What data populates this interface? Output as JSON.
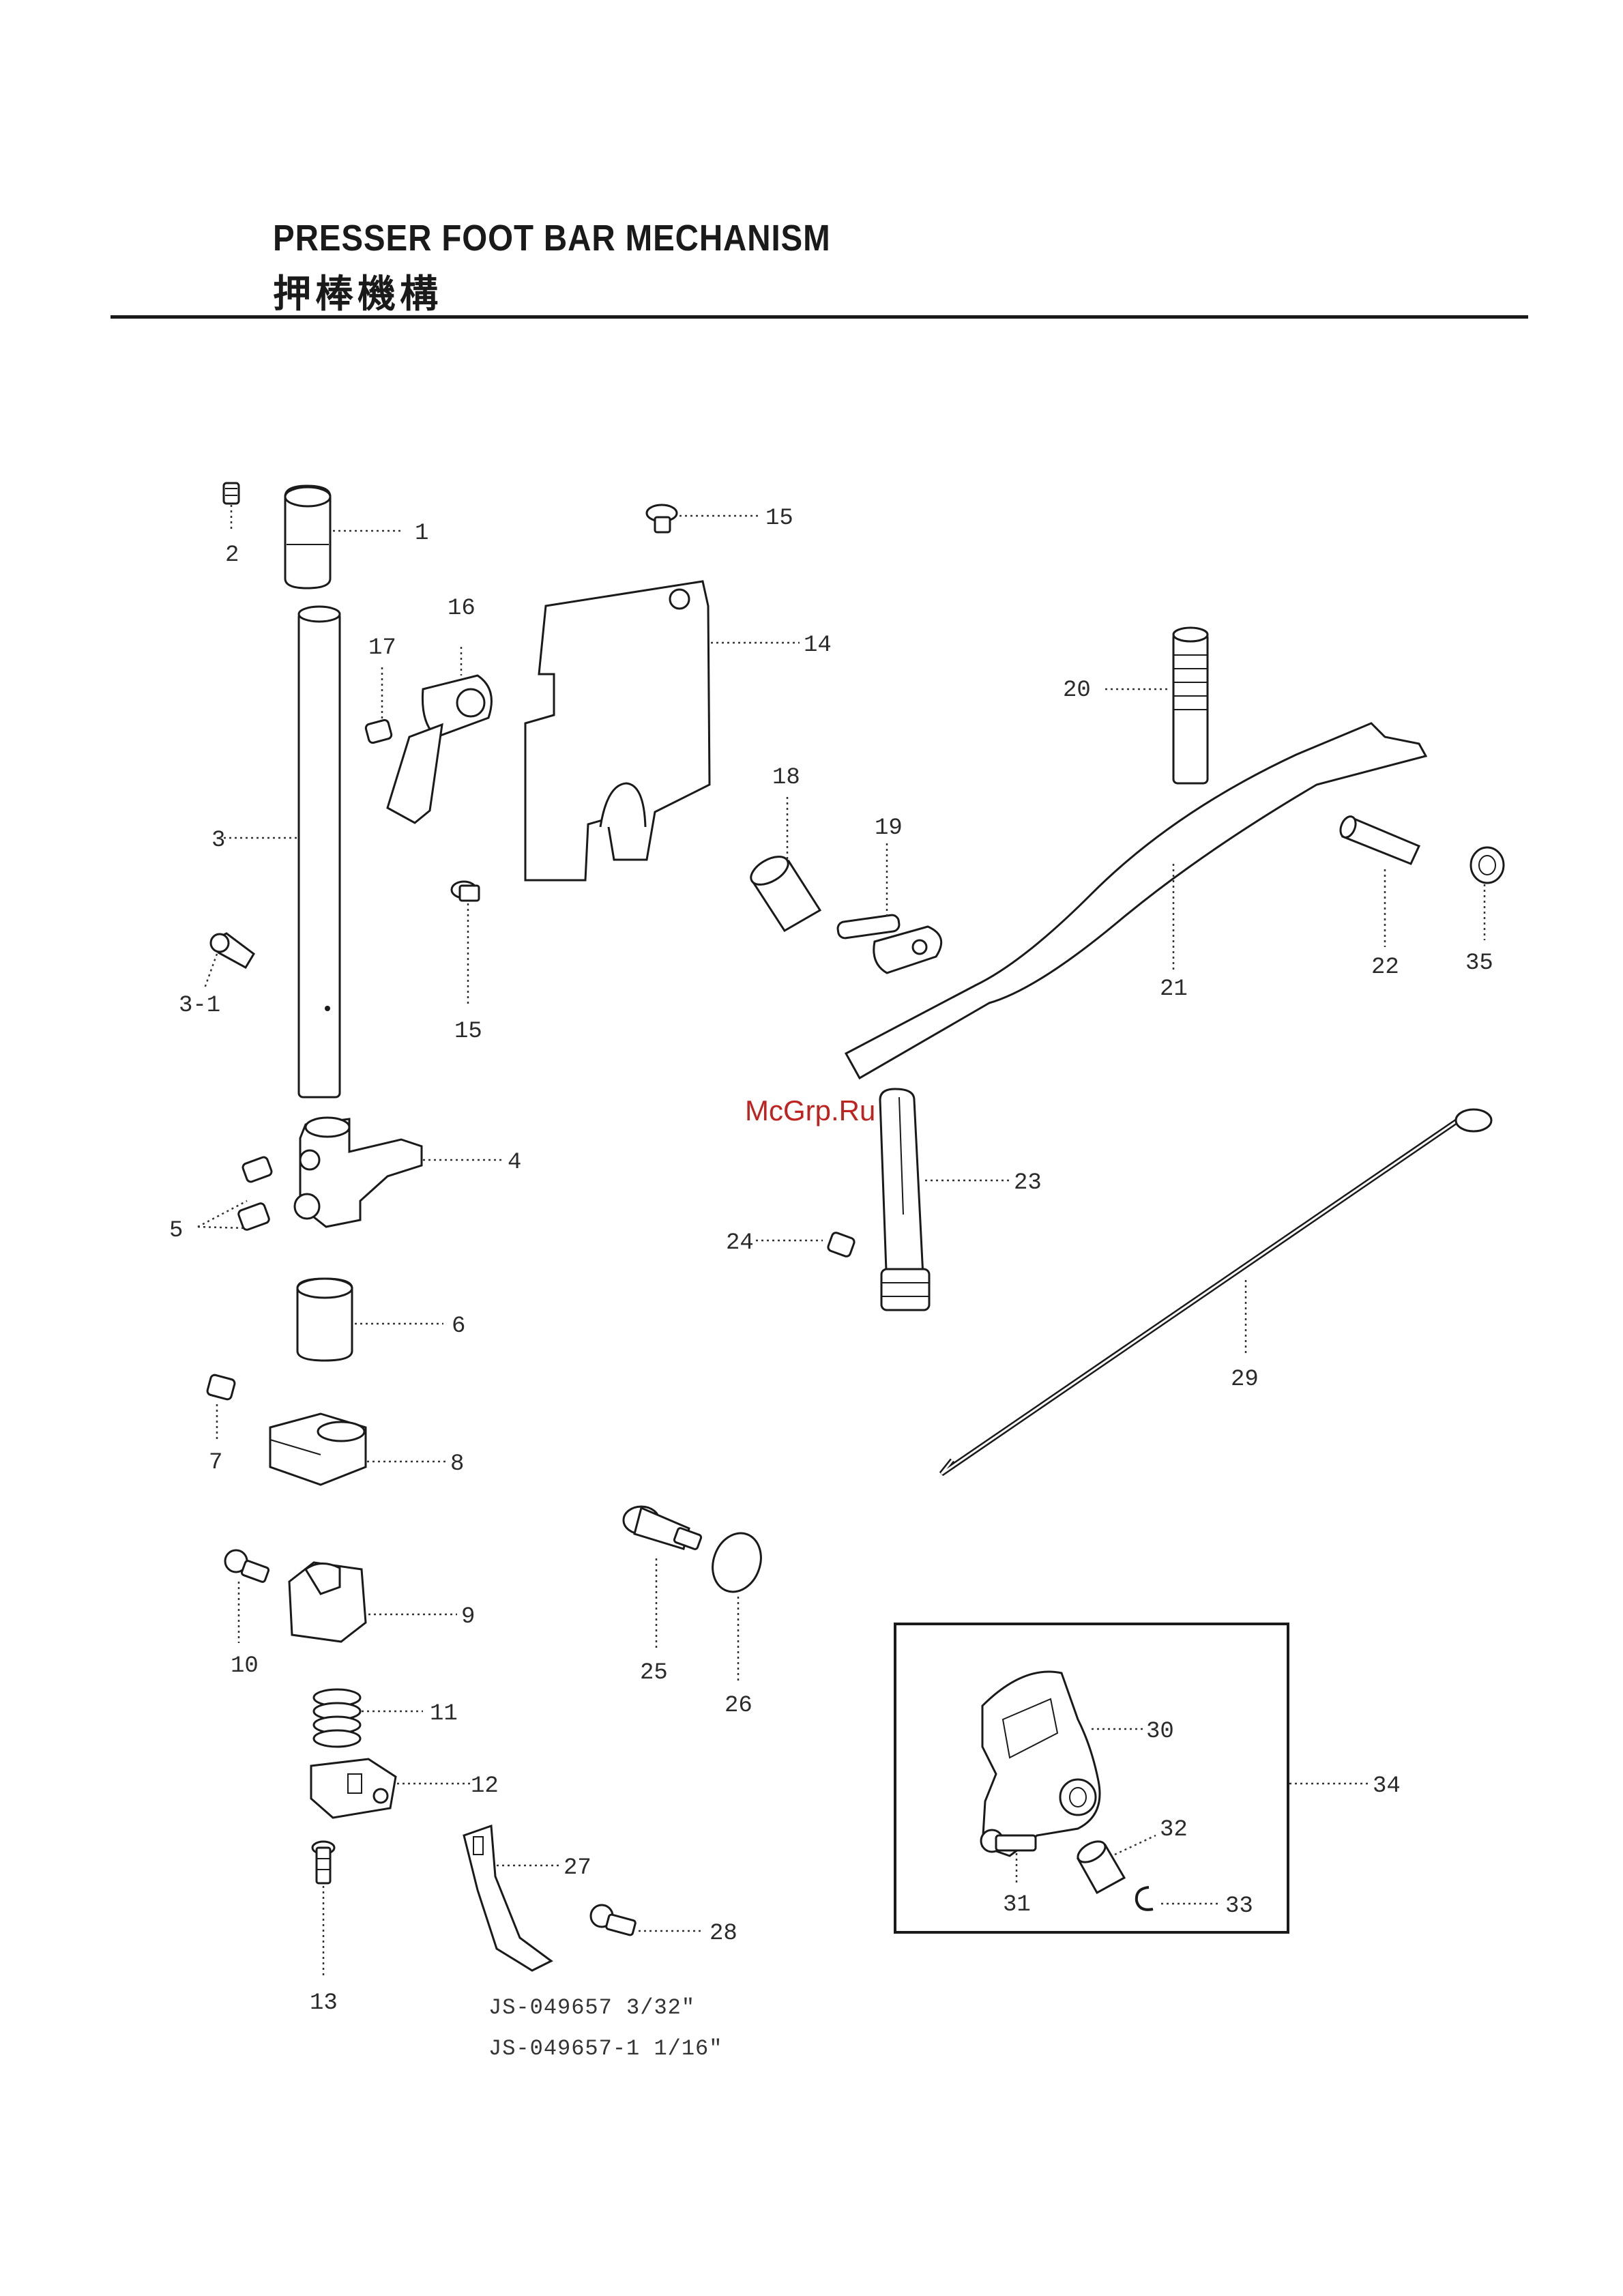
{
  "header": {
    "title_en": "PRESSER FOOT BAR MECHANISM",
    "title_zh": "押棒機構"
  },
  "watermark": "McGrp.Ru",
  "part_labels": {
    "p1": "1",
    "p2": "2",
    "p3": "3",
    "p3_1": "3-1",
    "p4": "4",
    "p5": "5",
    "p6": "6",
    "p7": "7",
    "p8": "8",
    "p9": "9",
    "p10": "10",
    "p11": "11",
    "p12": "12",
    "p13": "13",
    "p14": "14",
    "p15a": "15",
    "p15b": "15",
    "p16": "16",
    "p17": "17",
    "p18": "18",
    "p19": "19",
    "p20": "20",
    "p21": "21",
    "p22": "22",
    "p23": "23",
    "p24": "24",
    "p25": "25",
    "p26": "26",
    "p27": "27",
    "p28": "28",
    "p29": "29",
    "p30": "30",
    "p31": "31",
    "p32": "32",
    "p33": "33",
    "p34": "34",
    "p35": "35"
  },
  "footnotes": {
    "code_1": "JS-049657 3/32\"",
    "code_2": "JS-049657-1 1/16\""
  }
}
